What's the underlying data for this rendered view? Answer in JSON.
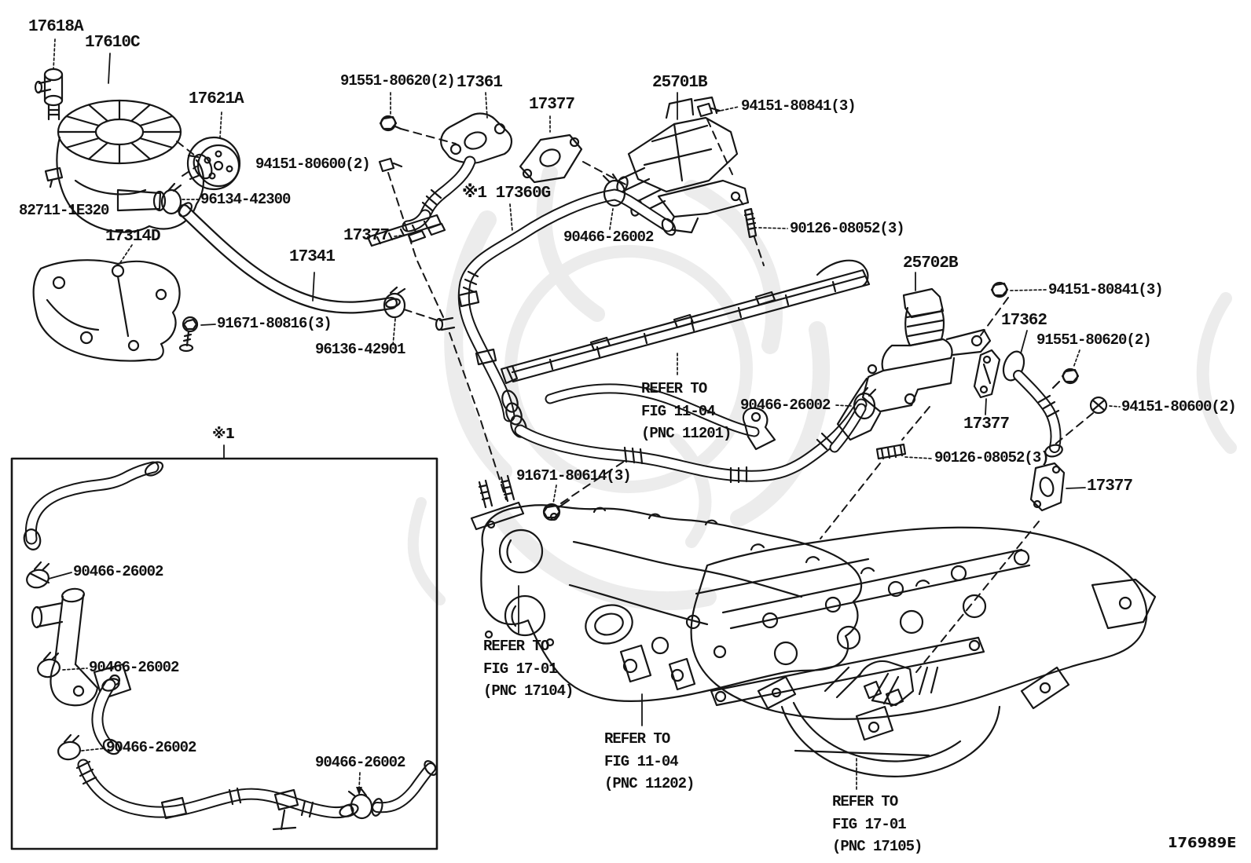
{
  "drawing": {
    "number": "176989E",
    "footnote_marker": "※1",
    "type": "parts-diagram",
    "line_color": "#161616",
    "watermark_color": "#ececec"
  },
  "part_labels": {
    "p17618A": "17618A",
    "p17610C": "17610C",
    "p17621A": "17621A",
    "p82711_1E320": "82711-1E320",
    "p96134_42300": "96134-42300",
    "p17314D": "17314D",
    "p91671_80816": "91671-80816(3)",
    "p17341": "17341",
    "p91551_80620_top": "91551-80620(2)",
    "p17361": "17361",
    "p94151_80600_top": "94151-80600(2)",
    "p17377_a": "17377",
    "p17377_b": "17377",
    "p17360G": "※1 17360G",
    "p96136_42901": "96136-42901",
    "p90466_top": "90466-26002",
    "p25701B": "25701B",
    "p94151_80841_top": "94151-80841(3)",
    "p90126_top": "90126-08052(3)",
    "p25702B": "25702B",
    "p94151_80841_right": "94151-80841(3)",
    "p17362": "17362",
    "p91551_80620_right": "91551-80620(2)",
    "p94151_80600_right": "94151-80600(2)",
    "p17377_c": "17377",
    "p90126_right": "90126-08052(3)",
    "p17377_d": "17377",
    "p90466_mid": "90466-26002",
    "p91671_80614": "91671-80614(3)",
    "refer_11201": "REFER TO\nFIG 11-04\n(PNC 11201)",
    "refer_17104": "REFER TO\nFIG 17-01\n(PNC 17104)",
    "refer_11202": "REFER TO\nFIG 11-04\n(PNC 11202)",
    "refer_17105": "REFER TO\nFIG 17-01\n(PNC 17105)",
    "inset_marker": "※1",
    "p90466_inset1": "90466-26002",
    "p90466_inset2": "90466-26002",
    "p90466_inset3": "90466-26002",
    "p90466_inset4": "90466-26002"
  }
}
